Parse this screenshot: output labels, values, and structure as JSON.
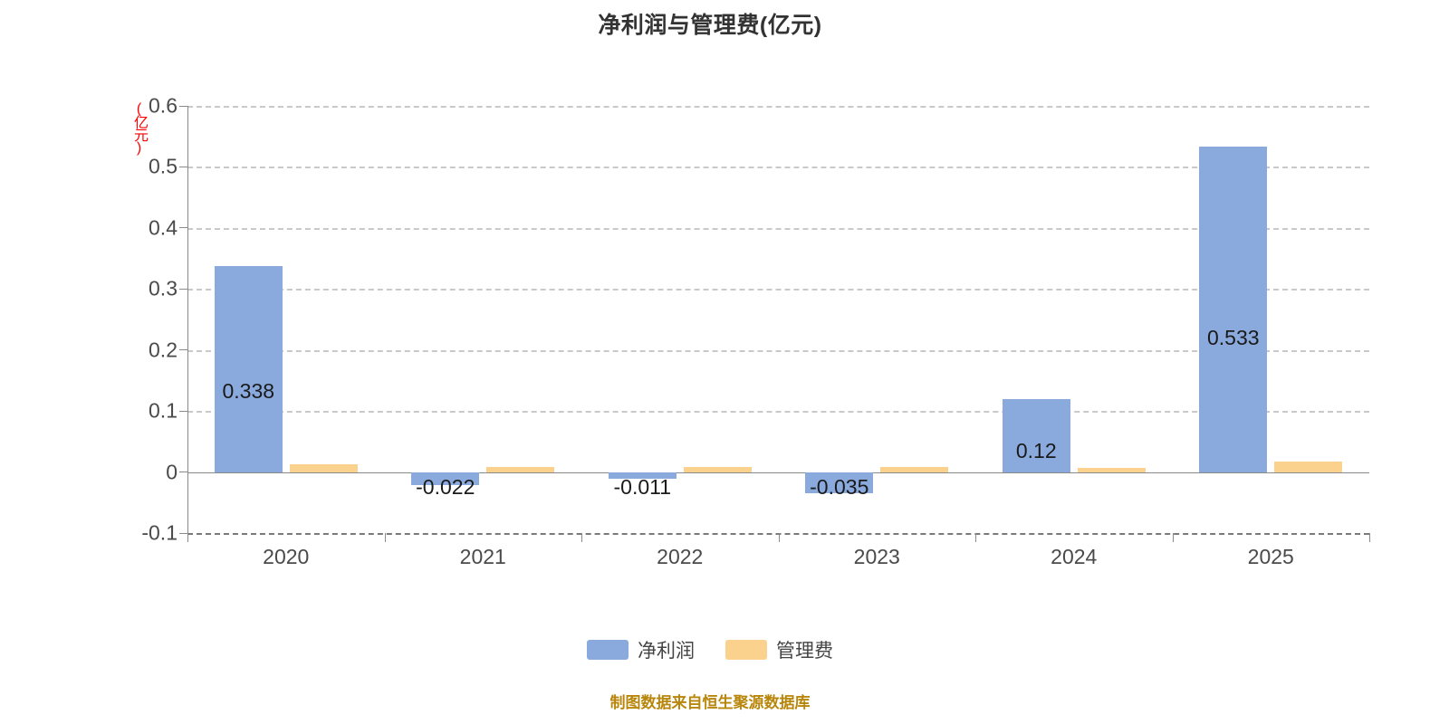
{
  "chart_data": {
    "type": "bar",
    "title": "净利润与管理费(亿元)",
    "xlabel": "",
    "ylabel": "(亿元)",
    "ylim": [
      -0.1,
      0.6
    ],
    "yticks": [
      "0.6",
      "0.5",
      "0.4",
      "0.3",
      "0.2",
      "0.1",
      "0",
      "-0.1"
    ],
    "ytick_values": [
      0.6,
      0.5,
      0.4,
      0.3,
      0.2,
      0.1,
      0,
      -0.1
    ],
    "grid": true,
    "legend_position": "bottom",
    "categories": [
      "2020",
      "2021",
      "2022",
      "2023",
      "2024",
      "2025"
    ],
    "series": [
      {
        "name": "净利润",
        "color": "#8aaade",
        "values": [
          0.338,
          -0.022,
          -0.011,
          -0.035,
          0.12,
          0.533
        ],
        "labels": [
          "0.338",
          "-0.022",
          "-0.011",
          "-0.035",
          "0.12",
          "0.533"
        ]
      },
      {
        "name": "管理费",
        "color": "#fad28e",
        "values": [
          0.013,
          0.008,
          0.008,
          0.008,
          0.007,
          0.017
        ],
        "labels": [
          "",
          "",
          "",
          "",
          "",
          ""
        ]
      }
    ],
    "footnote": "制图数据来自恒生聚源数据库",
    "footnote_color": "#b8860b"
  }
}
